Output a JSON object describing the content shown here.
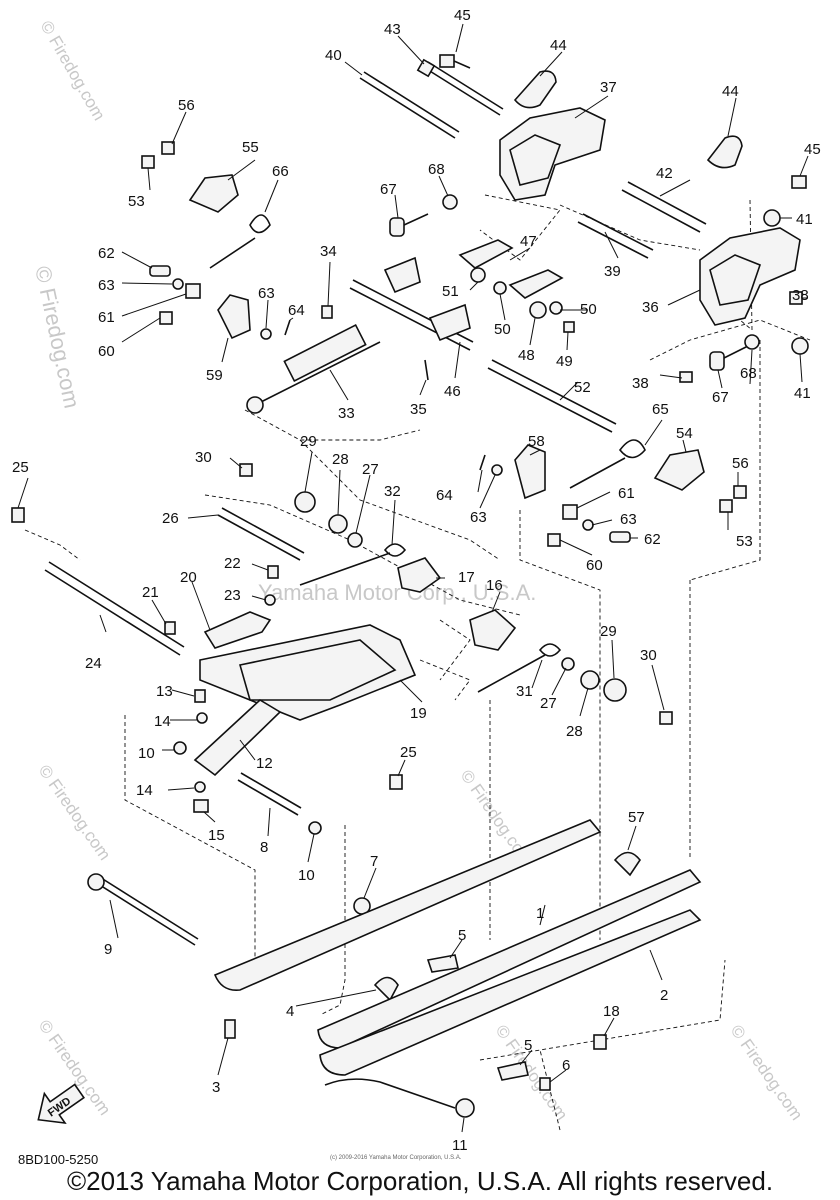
{
  "watermarks": {
    "site": "© Firedog.com",
    "center": "Yamaha Motor Corp., U.S.A."
  },
  "fwd_label": "FWD",
  "diagram_code": "8BD100-5250",
  "small_copyright": "(c) 2009-2016 Yamaha Motor Corporation, U.S.A.",
  "copyright": "©2013 Yamaha Motor Corporation, U.S.A. All rights reserved.",
  "callouts": {
    "n1": "1",
    "n2": "2",
    "n3": "3",
    "n4": "4",
    "n5a": "5",
    "n5b": "5",
    "n6": "6",
    "n7": "7",
    "n8": "8",
    "n9": "9",
    "n10a": "10",
    "n10b": "10",
    "n11": "11",
    "n12": "12",
    "n13": "13",
    "n14a": "14",
    "n14b": "14",
    "n15": "15",
    "n16": "16",
    "n17": "17",
    "n18": "18",
    "n19": "19",
    "n20": "20",
    "n21": "21",
    "n22": "22",
    "n23": "23",
    "n24": "24",
    "n25a": "25",
    "n25b": "25",
    "n26": "26",
    "n27a": "27",
    "n27b": "27",
    "n28a": "28",
    "n28b": "28",
    "n29a": "29",
    "n29b": "29",
    "n30a": "30",
    "n30b": "30",
    "n31": "31",
    "n32": "32",
    "n33": "33",
    "n34": "34",
    "n35": "35",
    "n36": "36",
    "n37": "37",
    "n38a": "38",
    "n38b": "38",
    "n39": "39",
    "n40": "40",
    "n41a": "41",
    "n41b": "41",
    "n42": "42",
    "n43": "43",
    "n44a": "44",
    "n44b": "44",
    "n45a": "45",
    "n45b": "45",
    "n46": "46",
    "n47": "47",
    "n48": "48",
    "n49": "49",
    "n50a": "50",
    "n50b": "50",
    "n51": "51",
    "n52": "52",
    "n53a": "53",
    "n53b": "53",
    "n54": "54",
    "n55": "55",
    "n56a": "56",
    "n56b": "56",
    "n57": "57",
    "n58": "58",
    "n59": "59",
    "n60a": "60",
    "n60b": "60",
    "n61a": "61",
    "n61b": "61",
    "n62a": "62",
    "n62b": "62",
    "n63a": "63",
    "n63b": "63",
    "n63c": "63",
    "n63d": "63",
    "n64a": "64",
    "n64b": "64",
    "n65": "65",
    "n66": "66",
    "n67a": "67",
    "n67b": "67",
    "n68a": "68",
    "n68b": "68"
  }
}
